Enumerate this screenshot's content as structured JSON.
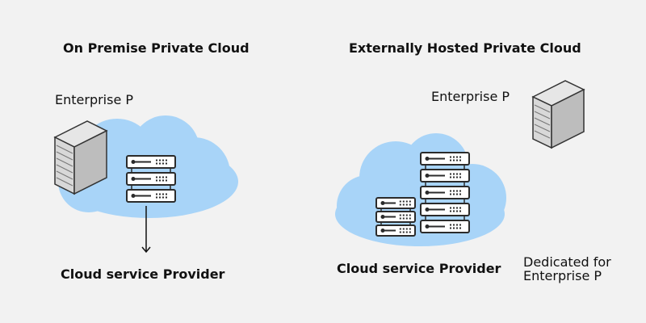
{
  "left_panel": {
    "title": "On Premise Private Cloud",
    "enterprise_label": "Enterprise P",
    "provider_label": "Cloud service Provider"
  },
  "right_panel": {
    "title": "Externally Hosted Private Cloud",
    "enterprise_label": "Enterprise P",
    "provider_label": "Cloud service Provider",
    "dedicated_label_line1": "Dedicated for",
    "dedicated_label_line2": "Enterprise P"
  },
  "colors": {
    "background": "#f2f2f2",
    "cloud": "#a8d4f8",
    "server_outline": "#2b2b2b"
  }
}
